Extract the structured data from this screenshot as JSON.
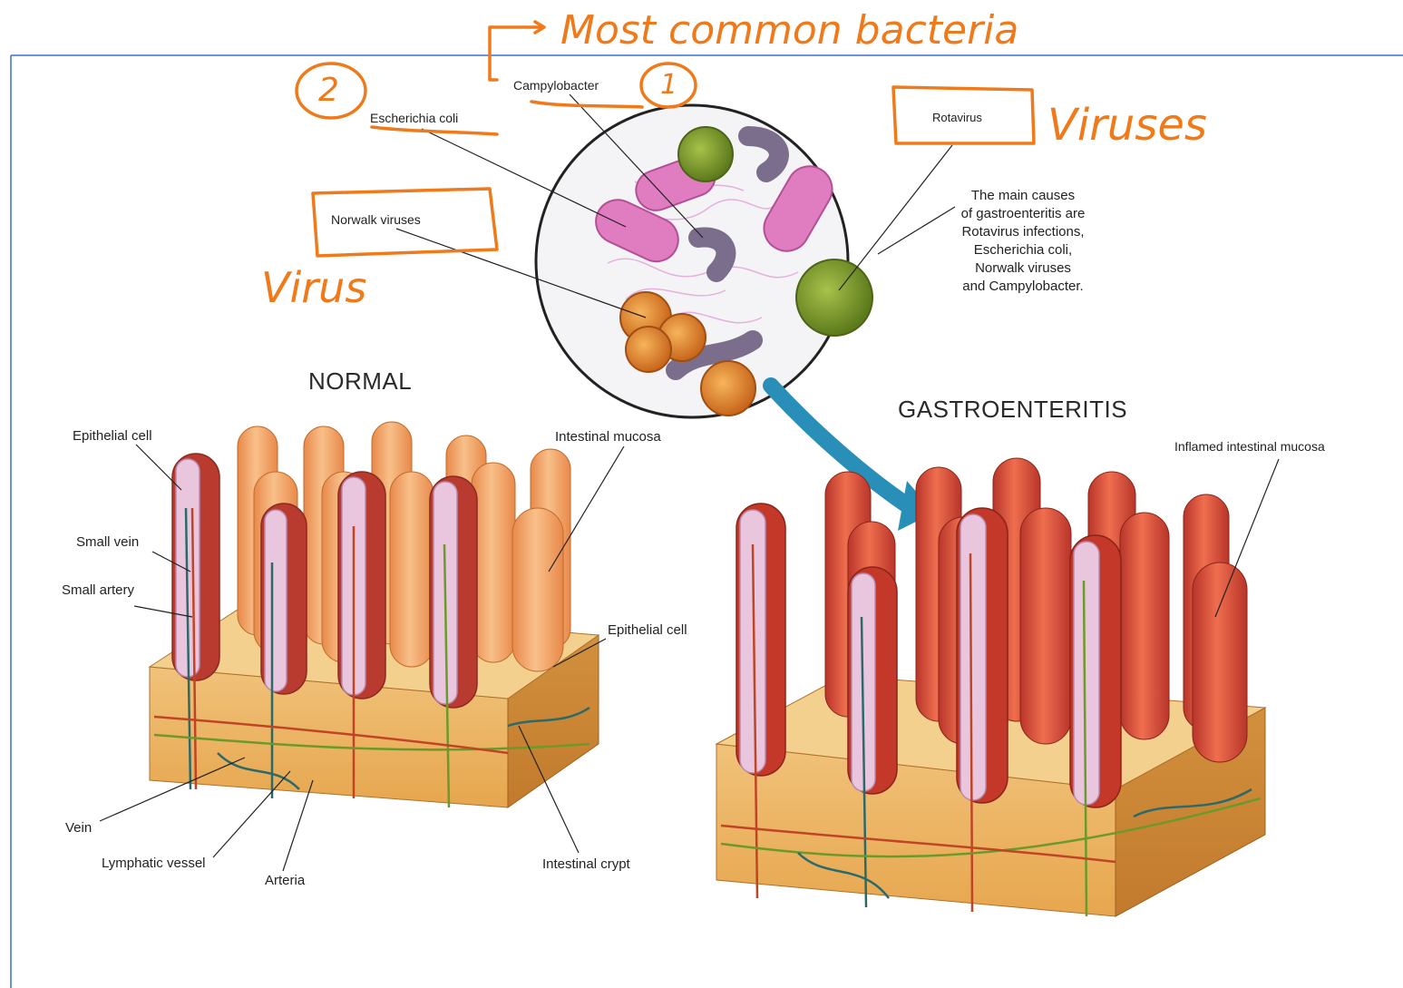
{
  "annotations": {
    "most_common": "Most common bacteria",
    "circle_one": "1",
    "circle_two": "2",
    "viruses": "Viruses",
    "virus": "Virus"
  },
  "pathogens": {
    "campylobacter": "Campylobacter",
    "escherichia_coli": "Escherichia coli",
    "norwalk": "Norwalk viruses",
    "rotavirus": "Rotavirus"
  },
  "causes_text": [
    "The main causes",
    "of gastroenteritis are",
    "Rotavirus infections,",
    "Escherichia coli,",
    "Norwalk viruses",
    "and Campylobacter."
  ],
  "normal": {
    "title": "NORMAL",
    "labels": {
      "epithelial_cell_top": "Epithelial cell",
      "small_vein": "Small vein",
      "small_artery": "Small artery",
      "intestinal_mucosa": "Intestinal mucosa",
      "epithelial_cell_right": "Epithelial cell",
      "vein": "Vein",
      "lymphatic_vessel": "Lymphatic vessel",
      "arteria": "Arteria",
      "intestinal_crypt": "Intestinal crypt"
    }
  },
  "gastro": {
    "title": "GASTROENTERITIS",
    "labels": {
      "inflamed_mucosa": "Inflamed intestinal mucosa"
    }
  },
  "colors": {
    "ink": "#f07a1a",
    "frame_line": "#3b6fd6",
    "normal_villi": "#f2a66a",
    "inflamed_villi": "#d9553b",
    "epithelium": "#e9c6dd",
    "base": "#e9b25a",
    "rotavirus": "#7f9b2e",
    "norwalk": "#e0892c",
    "ecoli": "#e07cc0",
    "campylobacter": "#7a6e8c",
    "arrow": "#2a8fb8"
  }
}
